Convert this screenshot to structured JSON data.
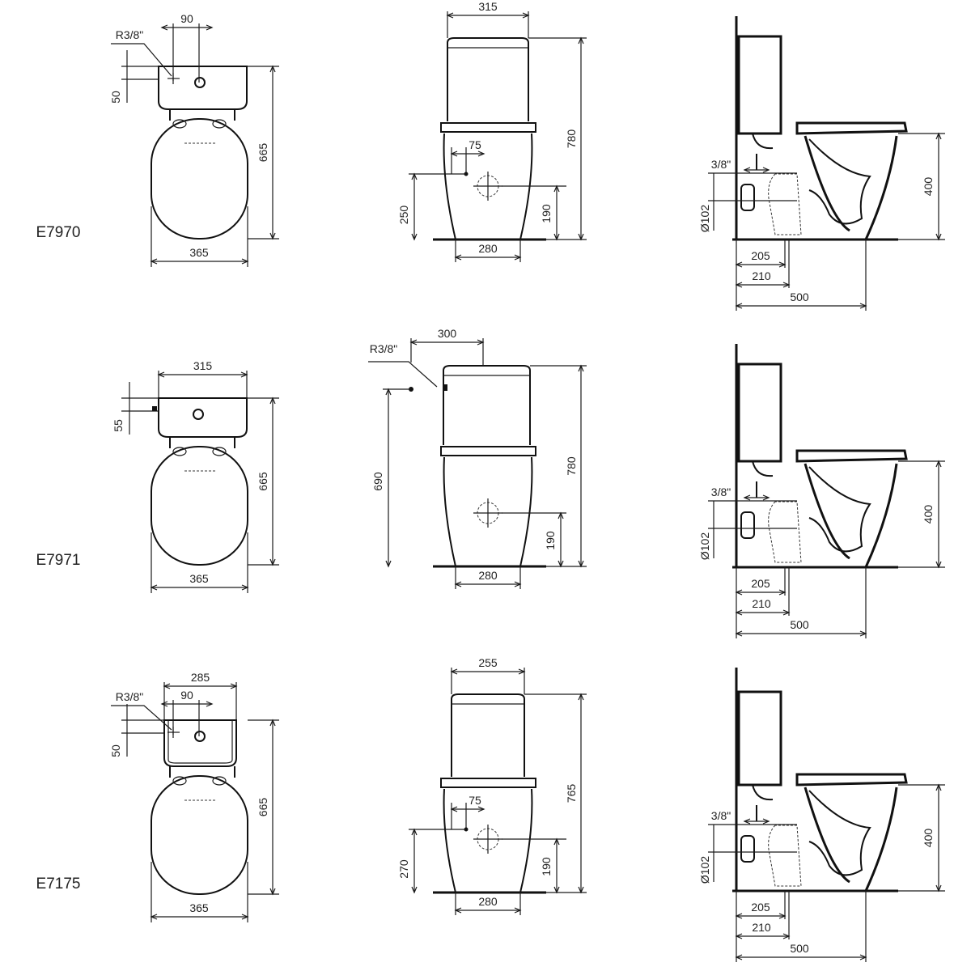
{
  "title": "Technical drawings – close-coupled WC combinations",
  "rows": [
    {
      "code": "E7970",
      "front": {
        "thread": "R3/8\"",
        "inlet_offset": "90",
        "inlet_height": "50",
        "width_top": "",
        "height": "665",
        "width": "365"
      },
      "middle": {
        "thread": "",
        "top_width": "315",
        "inlet_height": "",
        "height": "780",
        "inlet_offset": "75",
        "inlet_floor": "250",
        "outlet_height": "190",
        "base_width": "280"
      },
      "side": {
        "pipe": "3/8\"",
        "outlet_dia": "Ø102",
        "seat_height": "400",
        "d1": "205",
        "d2": "210",
        "depth": "500"
      }
    },
    {
      "code": "E7971",
      "front": {
        "thread": "",
        "inlet_offset": "",
        "inlet_height": "55",
        "width_top": "315",
        "height": "665",
        "width": "365"
      },
      "middle": {
        "thread": "R3/8\"",
        "top_width": "300",
        "inlet_height": "690",
        "height": "780",
        "inlet_offset": "",
        "inlet_floor": "",
        "outlet_height": "190",
        "base_width": "280"
      },
      "side": {
        "pipe": "3/8\"",
        "outlet_dia": "Ø102",
        "seat_height": "400",
        "d1": "205",
        "d2": "210",
        "depth": "500"
      }
    },
    {
      "code": "E7175",
      "front": {
        "thread": "R3/8\"",
        "inlet_offset": "90",
        "inlet_height": "50",
        "width_top": "285",
        "height": "665",
        "width": "365"
      },
      "middle": {
        "thread": "",
        "top_width": "255",
        "inlet_height": "",
        "height": "765",
        "inlet_offset": "75",
        "inlet_floor": "270",
        "outlet_height": "190",
        "base_width": "280"
      },
      "side": {
        "pipe": "3/8\"",
        "outlet_dia": "Ø102",
        "seat_height": "400",
        "d1": "205",
        "d2": "210",
        "depth": "500"
      }
    }
  ],
  "colors": {
    "line": "#1a1a1a",
    "background": "#ffffff"
  }
}
